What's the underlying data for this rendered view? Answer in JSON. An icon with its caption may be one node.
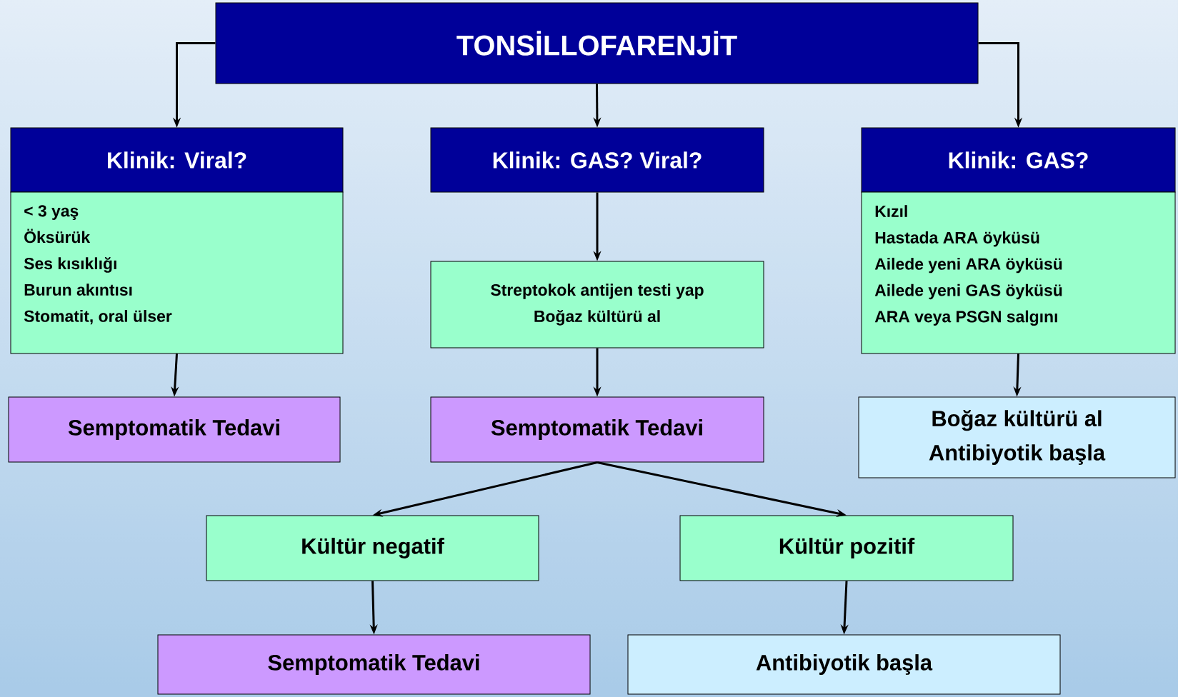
{
  "diagram": {
    "nodes": [
      {
        "text": [
          "TONSİLLOFARENJİT"
        ]
      },
      {
        "text": [
          "Klinik: Viral?",
          "< 3 yaş",
          "Öksürük",
          "Ses kısıklığı",
          "Burun akıntısı",
          "Stomatit, oral ülser"
        ]
      },
      {
        "text": [
          "Klinik: GAS? Viral?"
        ]
      },
      {
        "text": [
          "Klinik: GAS?",
          "Kızıl",
          "Hastada ARA öyküsü",
          "Ailede yeni ARA öyküsü",
          "Ailede yeni GAS öyküsü",
          "ARA veya PSGN salgını"
        ]
      },
      {
        "text": [
          "Semptomatik Tedavi"
        ]
      },
      {
        "text": [
          "Streptokok antijen testi yap",
          "Boğaz kültürü al"
        ]
      },
      {
        "text": [
          "Semptomatik Tedavi"
        ]
      },
      {
        "text": [
          "Boğaz kültürü al",
          "Antibiyotik başla"
        ]
      },
      {
        "text": [
          "Kültür negatif"
        ]
      },
      {
        "text": [
          "Kültür pozitif"
        ]
      },
      {
        "text": [
          "Semptomatik Tedavi"
        ]
      },
      {
        "text": [
          "Antibiyotik başla"
        ]
      }
    ],
    "edges": [
      {
        "from": 0,
        "to": 1,
        "arrow": "to"
      },
      {
        "from": 0,
        "to": 2,
        "arrow": "to"
      },
      {
        "from": 0,
        "to": 3,
        "arrow": "to"
      },
      {
        "from": 1,
        "to": 4,
        "arrow": "to"
      },
      {
        "from": 2,
        "to": 5,
        "arrow": "to"
      },
      {
        "from": 5,
        "to": 6,
        "arrow": "to"
      },
      {
        "from": 3,
        "to": 7,
        "arrow": "to"
      },
      {
        "from": 6,
        "to": 8,
        "arrow": "to"
      },
      {
        "from": 6,
        "to": 9,
        "arrow": "to"
      },
      {
        "from": 8,
        "to": 10,
        "arrow": "to"
      },
      {
        "from": 9,
        "to": 11,
        "arrow": "to"
      }
    ]
  }
}
